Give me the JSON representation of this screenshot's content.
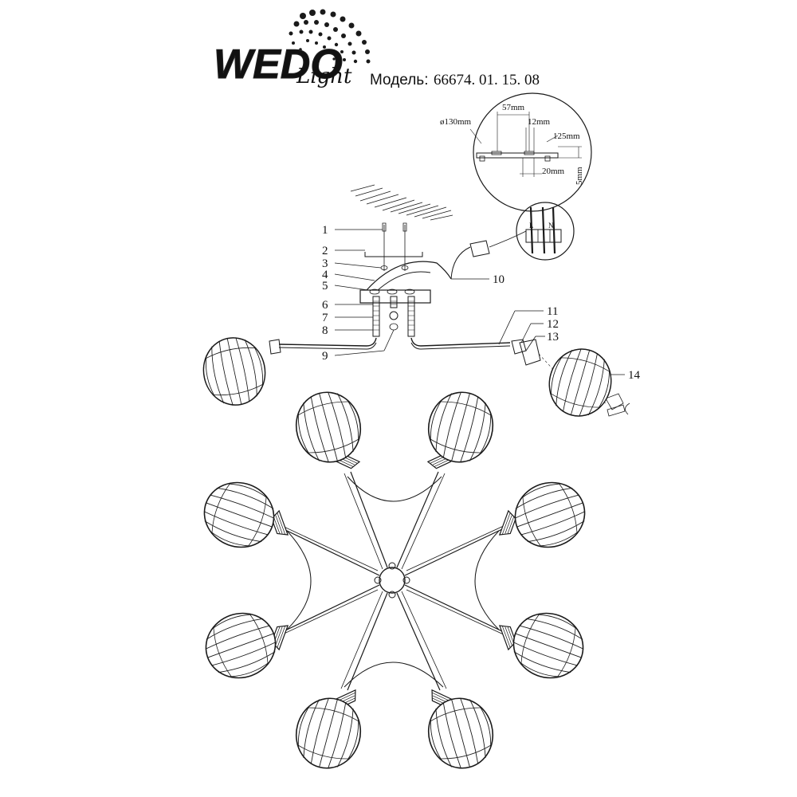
{
  "brand": {
    "name": "WEDO",
    "sub": "Light"
  },
  "model": {
    "label": "Модель:",
    "number": "66674. 01. 15. 08"
  },
  "dimensions": {
    "diameter": "ø130mm",
    "spacing": "57mm",
    "slot": "12mm",
    "width": "125mm",
    "depth": "20mm",
    "thickness": "5mm"
  },
  "terminal": {
    "live": "L",
    "neutral": "N"
  },
  "part_numbers": [
    "1",
    "2",
    "3",
    "4",
    "5",
    "6",
    "7",
    "8",
    "9",
    "10",
    "11",
    "12",
    "13",
    "14"
  ],
  "colors": {
    "line": "#1a1a1a",
    "background": "#ffffff"
  }
}
